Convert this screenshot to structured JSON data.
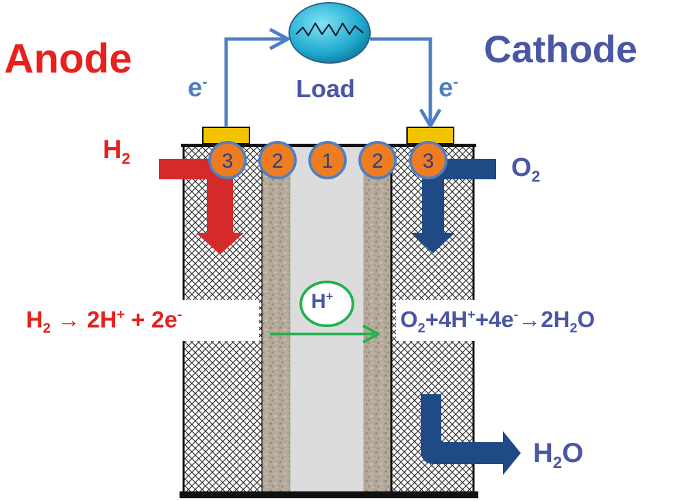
{
  "title_left": "Anode",
  "title_right": "Cathode",
  "load_label": "Load",
  "electron": {
    "base": "e",
    "sup": "-"
  },
  "h2_in": {
    "base": "H",
    "sub": "2"
  },
  "o2_in": {
    "base": "O",
    "sub": "2"
  },
  "h2o_out": {
    "pre": "H",
    "sub": "2",
    "post": "O"
  },
  "proton": {
    "base": "H",
    "sup": "+"
  },
  "anode_reaction": {
    "p1": "H",
    "s1": "2",
    "p2": " → 2H",
    "s2": "+",
    "p3": " + 2e",
    "s3": "-"
  },
  "cathode_reaction": {
    "p1": "O",
    "s1": "2",
    "p2": "+4H",
    "s2": "+",
    "p3": "+4e",
    "s3": "-",
    "p4": "→2H",
    "s4": "2",
    "p5": "O"
  },
  "layers": [
    "3",
    "2",
    "1",
    "2",
    "3"
  ],
  "colors": {
    "anode_red": "#e8211e",
    "cathode_blue": "#4a57a6",
    "wire_blue": "#4f7fc3",
    "fuel_arrow_red": "#d42a2a",
    "oxygen_arrow_navy": "#1f4a85",
    "proton_green": "#22b14c",
    "layer_circle": "#f07c22",
    "terminal_yellow": "#f2c400"
  }
}
